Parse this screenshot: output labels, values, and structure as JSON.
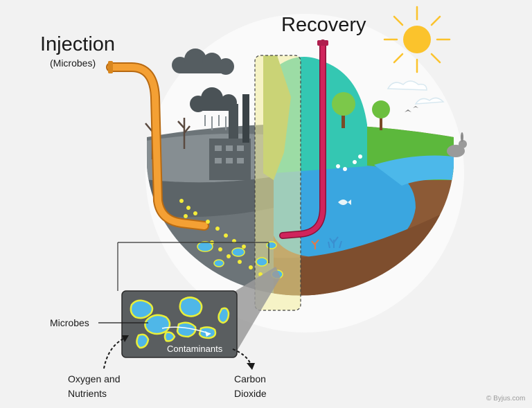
{
  "labels": {
    "injection": "Injection",
    "injection_sub": "(Microbes)",
    "recovery": "Recovery",
    "microbes": "Microbes",
    "contaminants": "Contaminants",
    "oxygen_nutrients": "Oxygen and Nutrients",
    "carbon_dioxide": "Carbon Dioxide",
    "credit": "© Byjus.com"
  },
  "colors": {
    "background": "#f2f2f2",
    "injection_pipe": "#f4a034",
    "recovery_pipe": "#d0245c",
    "microbe_fill": "#4fb7e8",
    "microbe_outline": "#e8ee3a",
    "polluted_soil": "#6c7478",
    "clean_soil": "#8c5a36",
    "water": "#3aa6e0",
    "grass": "#5cb83c",
    "sun": "#fbc32c"
  }
}
